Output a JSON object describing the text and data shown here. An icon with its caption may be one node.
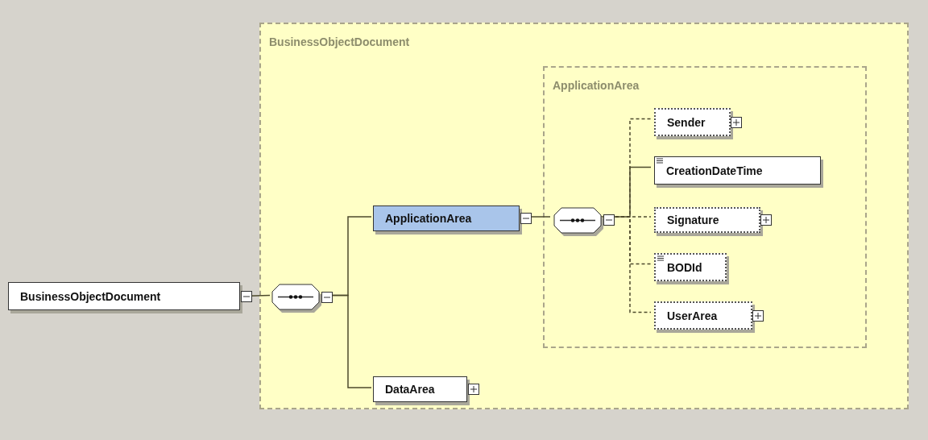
{
  "diagram": {
    "nodes": [
      {
        "text": [
          "BusinessObjectDocument"
        ]
      },
      {
        "text": [
          "BusinessObjectDocument"
        ]
      },
      {
        "text": [],
        "shape": "octagon",
        "in": 1
      },
      {
        "text": [
          "ApplicationArea"
        ],
        "in": 1
      },
      {
        "text": [
          "DataArea"
        ],
        "in": 1
      },
      {
        "text": [
          "ApplicationArea"
        ],
        "in": 1
      },
      {
        "text": [],
        "shape": "octagon",
        "in": 5
      },
      {
        "text": [
          "Sender"
        ],
        "in": 5
      },
      {
        "text": [
          "CreationDateTime"
        ],
        "in": 5
      },
      {
        "text": [
          "Signature"
        ],
        "in": 5
      },
      {
        "text": [
          "BODId"
        ],
        "in": 5
      },
      {
        "text": [
          "UserArea"
        ],
        "in": 5
      }
    ],
    "edges": [
      {
        "from": 0,
        "to": 2,
        "arrow": "none"
      },
      {
        "from": 2,
        "to": 3,
        "arrow": "none"
      },
      {
        "from": 2,
        "to": 4,
        "arrow": "none"
      },
      {
        "from": 3,
        "to": 6,
        "arrow": "none"
      },
      {
        "from": 6,
        "to": 7,
        "arrow": "none",
        "style": "dashed"
      },
      {
        "from": 6,
        "to": 8,
        "arrow": "none"
      },
      {
        "from": 6,
        "to": 9,
        "arrow": "none",
        "style": "dashed"
      },
      {
        "from": 6,
        "to": 10,
        "arrow": "none",
        "style": "dashed"
      },
      {
        "from": 6,
        "to": 11,
        "arrow": "none",
        "style": "dashed"
      }
    ]
  }
}
